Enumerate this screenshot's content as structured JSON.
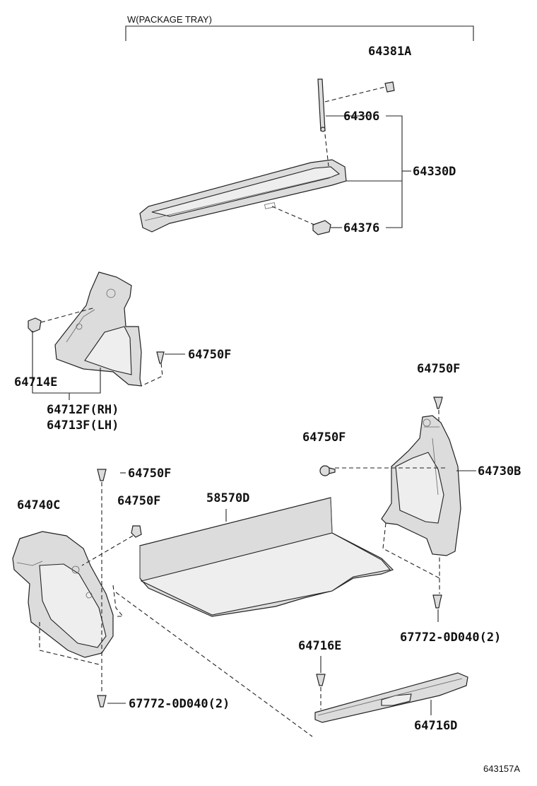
{
  "header": {
    "group_label": "W(PACKAGE TRAY)"
  },
  "parts": {
    "p64381A": "64381A",
    "p64306": "64306",
    "p64330D": "64330D",
    "p64376": "64376",
    "p64750F_a": "64750F",
    "p64714E": "64714E",
    "p64712F": "64712F(RH)",
    "p64713F": "64713F(LH)",
    "p64750F_b": "64750F",
    "p64750F_c": "64750F",
    "p64730B": "64730B",
    "p64750F_d": "64750F",
    "p58570D": "58570D",
    "p64740C": "64740C",
    "p64750F_e": "64750F",
    "p67772_right": "67772-0D040(2)",
    "p64716E": "64716E",
    "p67772_left": "67772-0D040(2)",
    "p64716D": "64716D"
  },
  "footer": {
    "drawing_id": "643157A"
  }
}
